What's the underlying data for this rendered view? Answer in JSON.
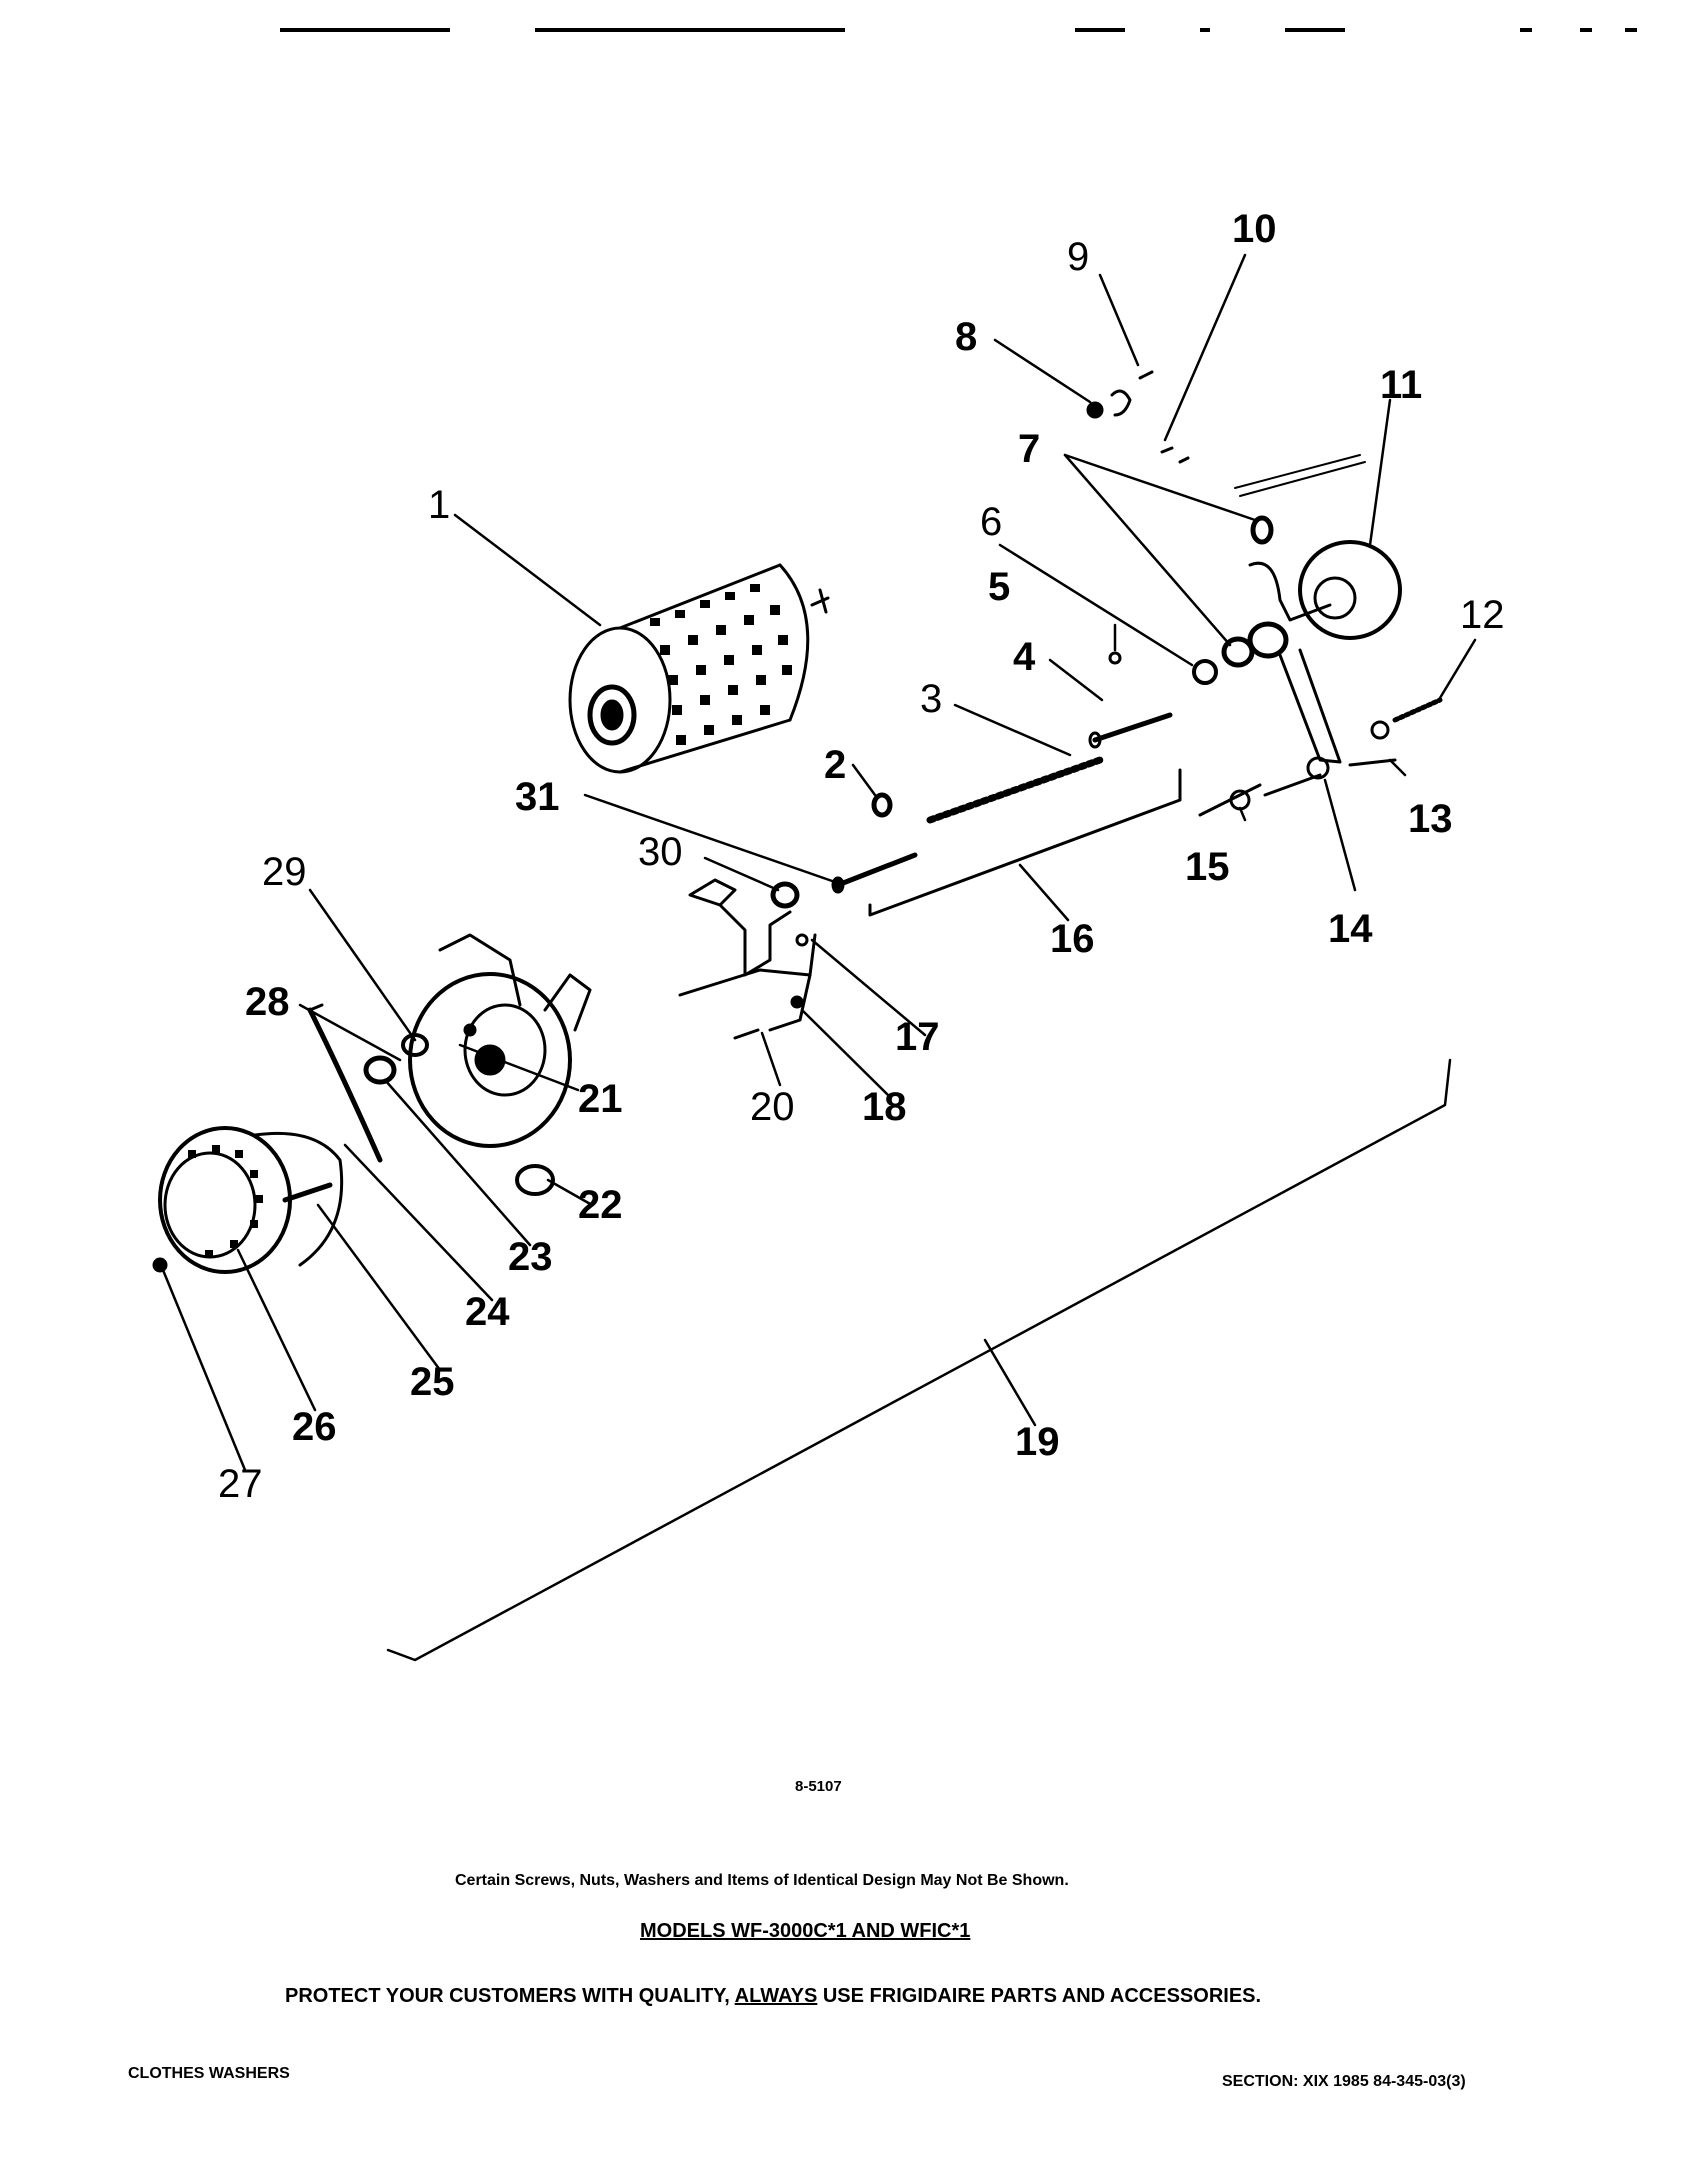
{
  "callouts": {
    "1": "1",
    "2": "2",
    "3": "3",
    "4": "4",
    "5": "5",
    "6": "6",
    "7": "7",
    "8": "8",
    "9": "9",
    "10": "10",
    "11": "11",
    "12": "12",
    "13": "13",
    "14": "14",
    "15": "15",
    "16": "16",
    "17": "17",
    "18": "18",
    "19": "19",
    "20": "20",
    "21": "21",
    "22": "22",
    "23": "23",
    "24": "24",
    "25": "25",
    "26": "26",
    "27": "27",
    "28": "28",
    "29": "29",
    "30": "30",
    "31": "31"
  },
  "footer": {
    "figure_code": "8-5107",
    "disclaimer": "Certain Screws, Nuts, Washers and Items of Identical Design May Not Be Shown.",
    "models": "MODELS WF-3000C*1 AND WFIC*1",
    "slogan_prefix": "PROTECT YOUR CUSTOMERS WITH QUALITY,",
    "slogan_emphasis": "ALWAYS",
    "slogan_suffix": "USE FRIGIDAIRE PARTS AND ACCESSORIES.",
    "category": "CLOTHES WASHERS",
    "section": "SECTION: XIX  1985  84-345-03(3)"
  }
}
